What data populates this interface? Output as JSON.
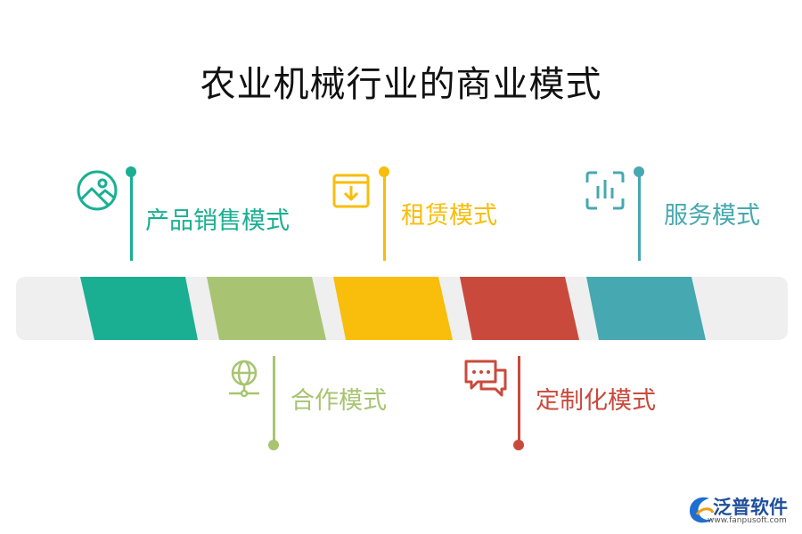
{
  "title": "农业机械行业的商业模式",
  "items": [
    {
      "label": "产品销售模式",
      "color": "#1aaf92",
      "icon": "image-circle-icon",
      "position": "top"
    },
    {
      "label": "合作模式",
      "color": "#a8c472",
      "icon": "globe-node-icon",
      "position": "bottom"
    },
    {
      "label": "租赁模式",
      "color": "#f9bd0b",
      "icon": "download-box-icon",
      "position": "top"
    },
    {
      "label": "定制化模式",
      "color": "#c94a3c",
      "icon": "chat-bubble-icon",
      "position": "bottom"
    },
    {
      "label": "服务模式",
      "color": "#46a8b0",
      "icon": "bar-chart-frame-icon",
      "position": "top"
    }
  ],
  "track_color": "#efefef",
  "watermark": {
    "name": "泛普软件",
    "url": "www.fanpusoft.com"
  }
}
